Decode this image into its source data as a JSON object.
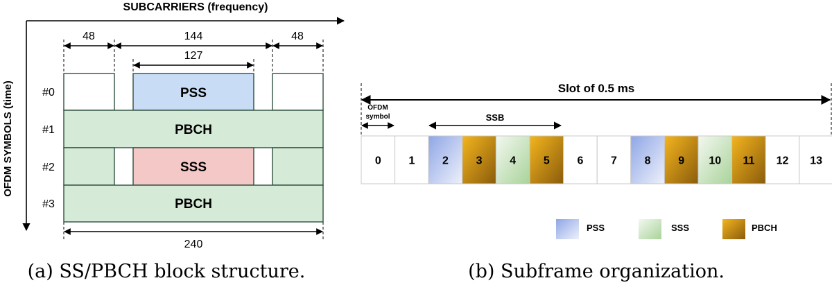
{
  "left": {
    "x_axis_label": "SUBCARRIERS (frequency)",
    "y_axis_label": "OFDM SYMBOLS (time)",
    "dims": {
      "left": "48",
      "middle": "144",
      "right": "48",
      "inner": "127",
      "total": "240"
    },
    "rows": [
      {
        "label": "#0",
        "block": "PSS"
      },
      {
        "label": "#1",
        "block": "PBCH"
      },
      {
        "label": "#2",
        "block": "SSS"
      },
      {
        "label": "#3",
        "block": "PBCH"
      }
    ],
    "caption": "(a) SS/PBCH block structure."
  },
  "right": {
    "slot_label": "Slot of 0.5 ms",
    "ofdm_label_1": "OFDM",
    "ofdm_label_2": "symbol",
    "ssb_label": "SSB",
    "cells": [
      {
        "label": "0",
        "type": "none"
      },
      {
        "label": "1",
        "type": "none"
      },
      {
        "label": "2",
        "type": "pss"
      },
      {
        "label": "3",
        "type": "pbch"
      },
      {
        "label": "4",
        "type": "sss"
      },
      {
        "label": "5",
        "type": "pbch"
      },
      {
        "label": "6",
        "type": "none"
      },
      {
        "label": "7",
        "type": "none"
      },
      {
        "label": "8",
        "type": "pss"
      },
      {
        "label": "9",
        "type": "pbch"
      },
      {
        "label": "10",
        "type": "sss"
      },
      {
        "label": "11",
        "type": "pbch"
      },
      {
        "label": "12",
        "type": "none"
      },
      {
        "label": "13",
        "type": "none"
      }
    ],
    "legend": [
      {
        "label": "PSS",
        "type": "pss"
      },
      {
        "label": "SSS",
        "type": "sss"
      },
      {
        "label": "PBCH",
        "type": "pbch"
      }
    ],
    "caption": "(b) Subframe organization."
  },
  "colors": {
    "pss": "#c9dcf5",
    "sss_block": "#f5c8c8",
    "pbch_block": "#d5ead7",
    "grid_stroke": "#2f4f3f"
  }
}
